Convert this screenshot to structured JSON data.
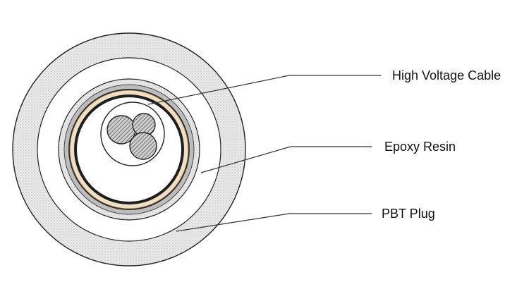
{
  "diagram": {
    "labels": {
      "high_voltage_cable": "High Voltage Cable",
      "epoxy_resin": "Epoxy Resin",
      "pbt_plug": "PBT Plug"
    },
    "colors": {
      "stroke": "#222222",
      "outer_fill": "#eeeeee",
      "band_gray": "#bdbdbd",
      "band_tan": "#f1dfc4",
      "conductor_fill": "#d6d6d6",
      "leader": "#333333"
    },
    "core_count": 3
  }
}
